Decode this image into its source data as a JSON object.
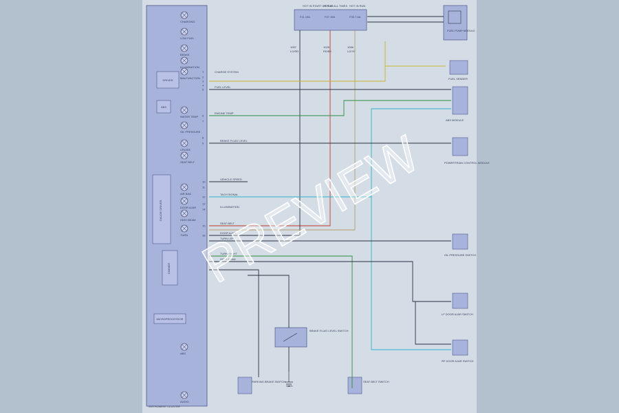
{
  "watermark": {
    "text": "PREVIEW"
  },
  "colors": {
    "background_outer": "#b3c0ce",
    "sheet": "#d4dde6",
    "module_fill": "#a8b3dc",
    "module_border": "#4a5589",
    "wire_dark": "#2a3040",
    "wire_red": "#c0392b",
    "wire_green": "#2e8b3a",
    "wire_yellow": "#c7b52a",
    "wire_cyan": "#2bb3c9",
    "wire_tan": "#b39b6a"
  },
  "cluster": {
    "title": "INSTRUMENT CLUSTER",
    "lamps": [
      {
        "id": "lamp-1",
        "label": "CHARGING"
      },
      {
        "id": "lamp-2",
        "label": "LOW FUEL"
      },
      {
        "id": "lamp-3",
        "label": "BRAKE"
      },
      {
        "id": "lamp-4",
        "label": "ILLUMINATION"
      },
      {
        "id": "lamp-5",
        "label": "MALFUNCTION"
      },
      {
        "id": "lamp-6",
        "label": "WATER TEMP"
      },
      {
        "id": "lamp-7",
        "label": "OIL PRESSURE"
      },
      {
        "id": "lamp-8",
        "label": "CRUISE"
      },
      {
        "id": "lamp-9",
        "label": "SEAT BELT"
      },
      {
        "id": "lamp-10",
        "label": "AIR BAG"
      },
      {
        "id": "lamp-11",
        "label": "DOOR AJAR"
      },
      {
        "id": "lamp-12",
        "label": "HIGH BEAM"
      },
      {
        "id": "lamp-13",
        "label": "TURN"
      },
      {
        "id": "lamp-14",
        "label": "ABS"
      },
      {
        "id": "lamp-15",
        "label": "AUDIO"
      }
    ],
    "inner_blocks": {
      "driver_block": "DRIVER",
      "abs_block": "ABS",
      "gauge_driver": "GAUGE DRIVER",
      "microprocessor": "MICROPROCESSOR",
      "dimmer": "DIMMER"
    },
    "pins": [
      "1",
      "2",
      "3",
      "4",
      "5",
      "6",
      "7",
      "8",
      "9",
      "10",
      "11",
      "12",
      "13",
      "14",
      "15",
      "16"
    ]
  },
  "fuse_box": {
    "labels": [
      "HOT IN START OR RUN",
      "HOT AT ALL TIMES",
      "HOT IN RUN"
    ],
    "fuses": [
      "F11 10A",
      "F27 15A",
      "F33 7.5A"
    ]
  },
  "top_wires": [
    "1057",
    "LG/RD",
    "1028",
    "RD/BK",
    "1056",
    "LG/YE"
  ],
  "right_components": [
    {
      "id": "fuel-pump-module",
      "label": "FUEL PUMP MODULE"
    },
    {
      "id": "fuel-sender",
      "label": "FUEL SENDER"
    },
    {
      "id": "abs-module",
      "label": "ABS MODULE"
    },
    {
      "id": "pcm",
      "label": "POWERTRAIN CONTROL MODULE"
    },
    {
      "id": "oil-switch",
      "label": "OIL PRESSURE SWITCH"
    },
    {
      "id": "door-switch-lf",
      "label": "LF DOOR AJAR SWITCH"
    },
    {
      "id": "door-switch-rf",
      "label": "RF DOOR AJAR SWITCH"
    }
  ],
  "signal_labels": [
    "CHARGE SYSTEM",
    "FUEL LEVEL",
    "ENGINE TEMP",
    "BRAKE FLUID LEVEL",
    "VEHICLE SPEED",
    "TACH SIGNAL",
    "ILLUMINATION",
    "SEAT BELT",
    "DOOR AJAR",
    "TURN LEFT",
    "TURN RIGHT",
    "HIGH BEAM"
  ],
  "bottom_components": [
    {
      "id": "parking-brake-switch",
      "label": "PARKING BRAKE SWITCH"
    },
    {
      "id": "brake-fluid-switch",
      "label": "BRAKE FLUID LEVEL SWITCH"
    },
    {
      "id": "ground-g201",
      "label": "G201"
    },
    {
      "id": "seat-belt-switch",
      "label": "SEAT BELT SWITCH"
    }
  ],
  "footer": {
    "text": "INSTRUMENT CLUSTER"
  }
}
